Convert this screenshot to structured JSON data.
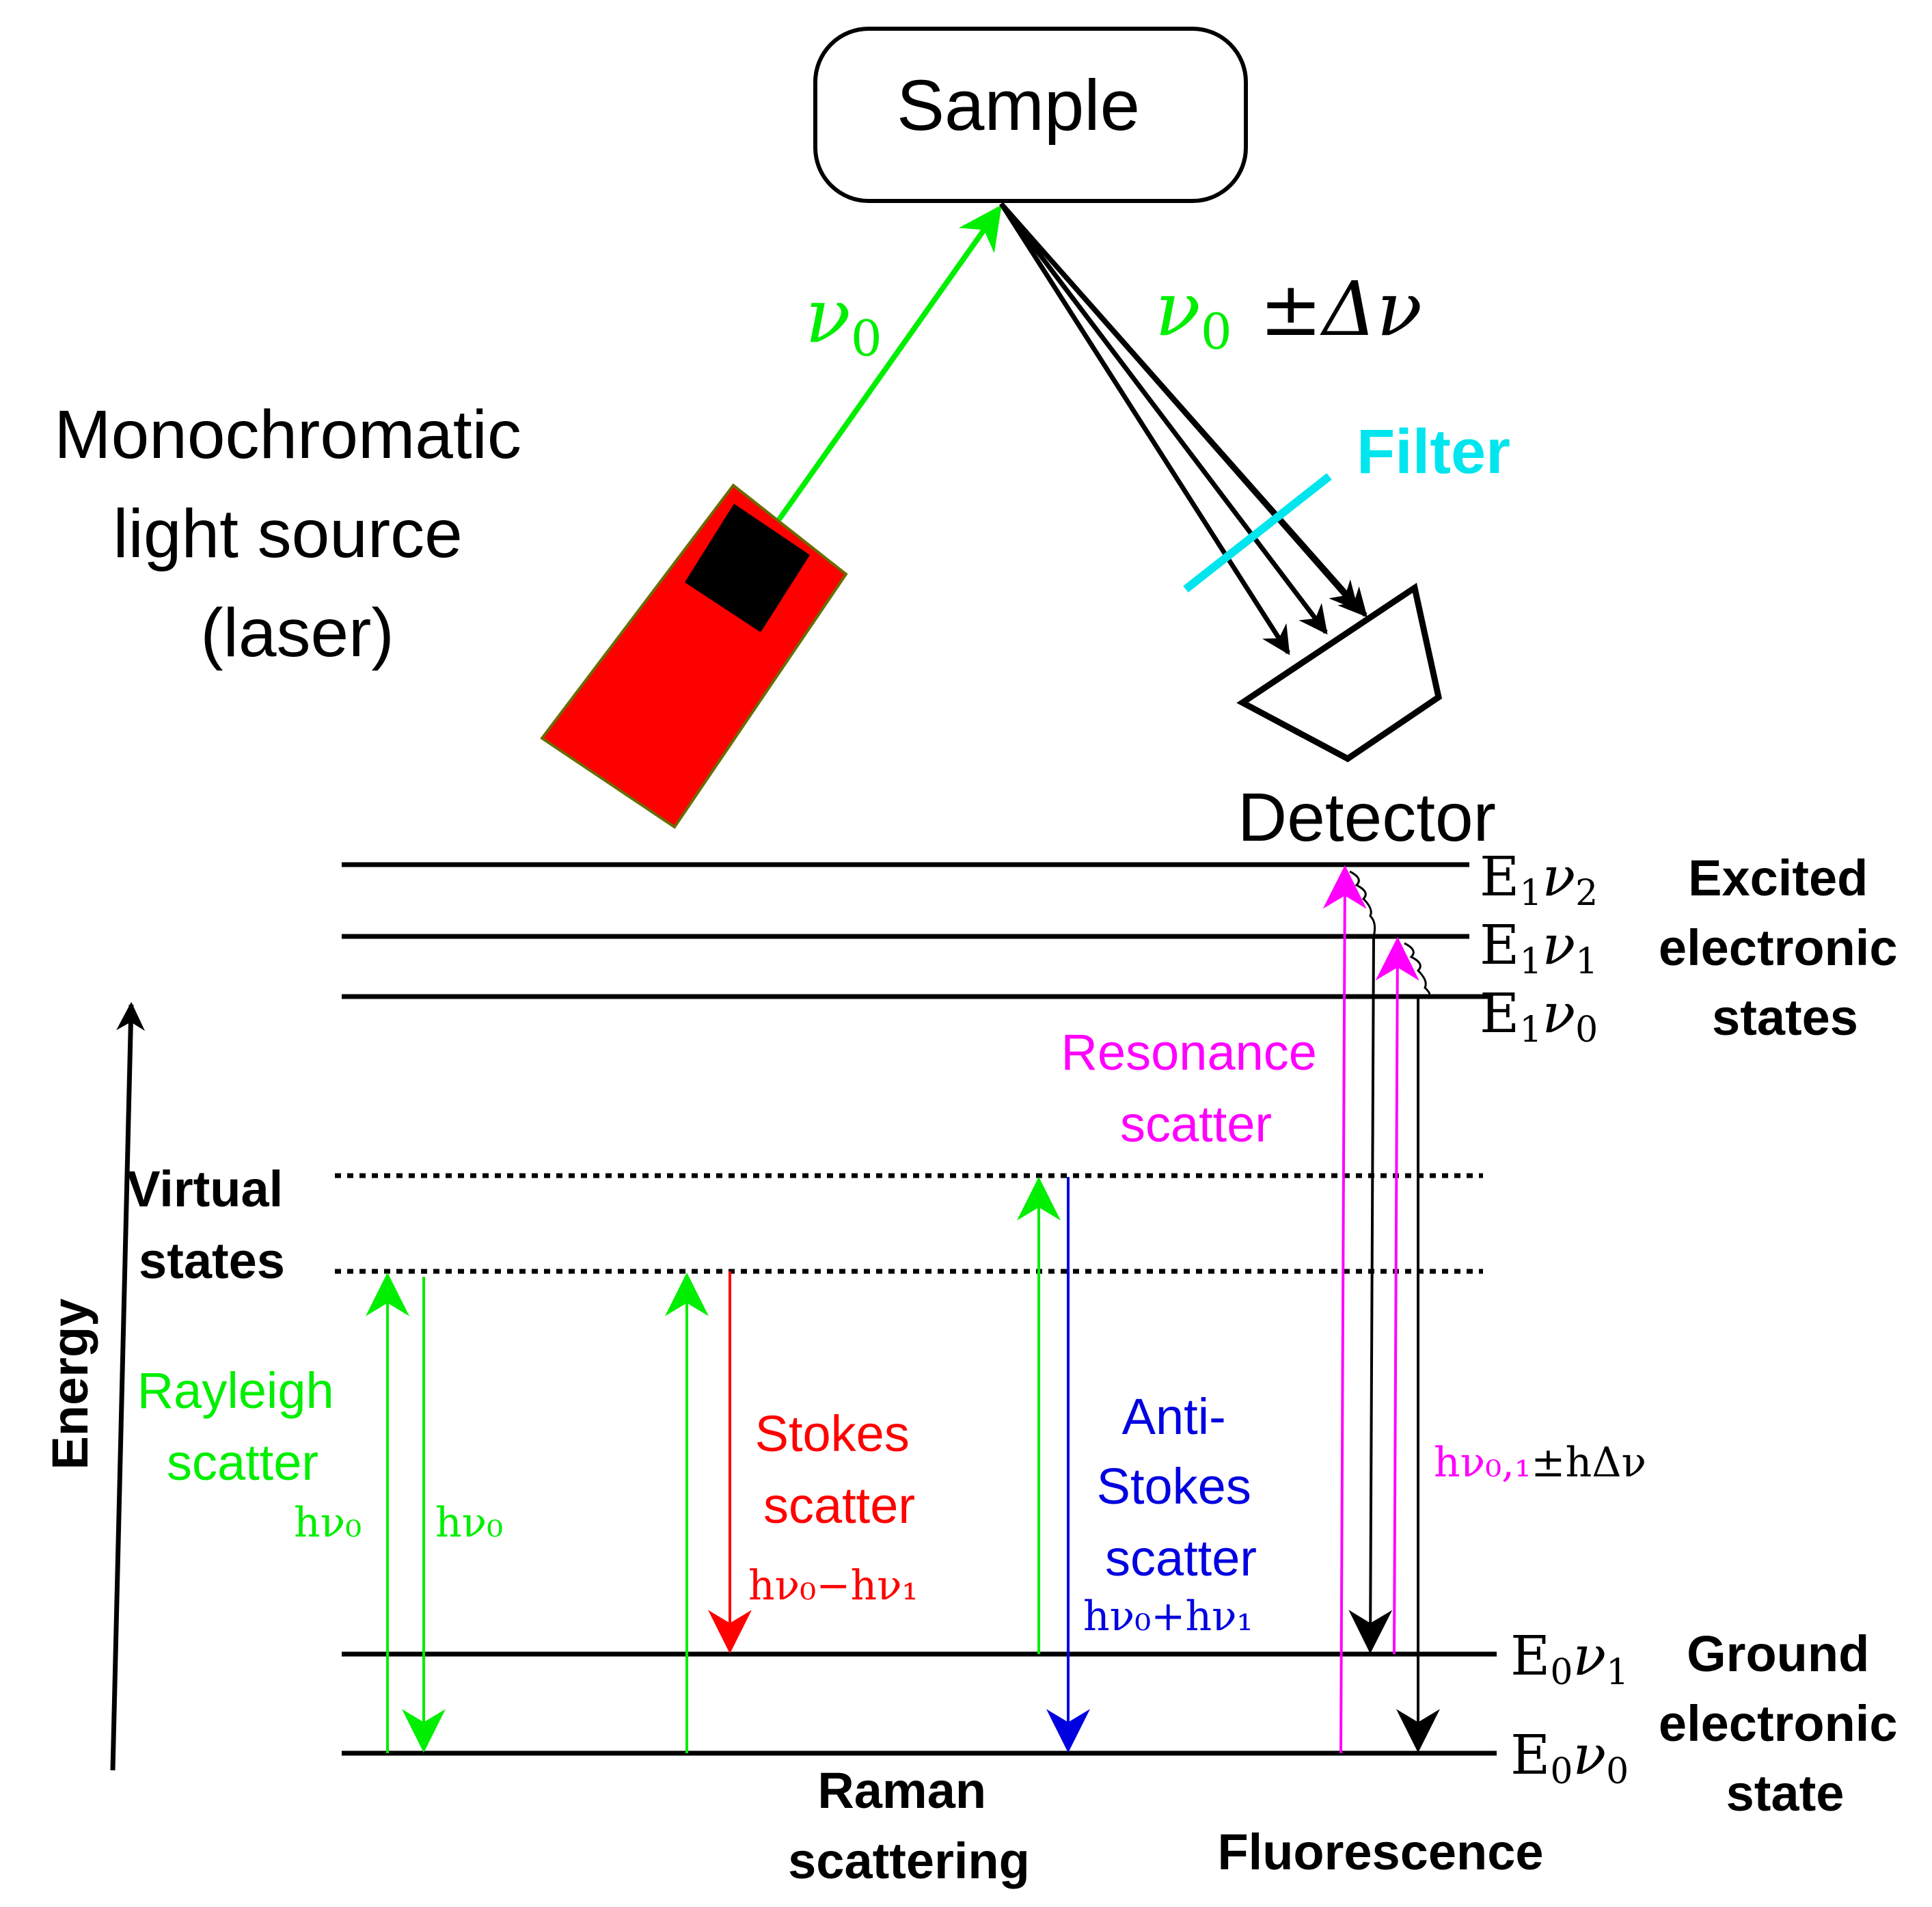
{
  "setup": {
    "sample_label": "Sample",
    "incident_freq": {
      "symbol": "ν",
      "sub": "0"
    },
    "scattered_freq": {
      "symbol": "ν",
      "sub": "0",
      "suffix": "±Δν"
    },
    "filter_label": "Filter",
    "source_label_lines": [
      "Monochromatic",
      "light source",
      "(laser)"
    ],
    "detector_label": "Detector"
  },
  "levels": {
    "excited": [
      {
        "E": "E",
        "Esub": "1",
        "nu": "ν",
        "nusub": "2"
      },
      {
        "E": "E",
        "Esub": "1",
        "nu": "ν",
        "nusub": "1"
      },
      {
        "E": "E",
        "Esub": "1",
        "nu": "ν",
        "nusub": "0"
      }
    ],
    "ground": [
      {
        "E": "E",
        "Esub": "0",
        "nu": "ν",
        "nusub": "1"
      },
      {
        "E": "E",
        "Esub": "0",
        "nu": "ν",
        "nusub": "0"
      }
    ],
    "excited_group_label": [
      "Excited",
      "electronic",
      "states"
    ],
    "ground_group_label": [
      "Ground",
      "electronic",
      "state"
    ],
    "virtual_label": [
      "Virtual",
      "states"
    ]
  },
  "axis": {
    "label": "Energy"
  },
  "processes": {
    "rayleigh": {
      "label": [
        "Rayleigh",
        "scatter"
      ],
      "up": "hν₀",
      "down": "hν₀"
    },
    "stokes": {
      "label": [
        "Stokes",
        "scatter"
      ],
      "transition": "hν₀−hν₁"
    },
    "anti_stokes": {
      "label": [
        "Anti-",
        "Stokes",
        "scatter"
      ],
      "transition": "hν₀+hν₁"
    },
    "resonance": {
      "label": [
        "Resonance",
        "scatter"
      ]
    },
    "fluorescence_energy": {
      "pink": "hν₀,₁",
      "black": "±hΔν"
    }
  },
  "bottom_labels": {
    "raman": [
      "Raman",
      "scattering"
    ],
    "fluorescence": "Fluorescence"
  },
  "colors": {
    "green": "#00ee00",
    "red": "#ff0000",
    "blue": "#0000e0",
    "magenta": "#ff00ff",
    "cyan": "#00e5ee",
    "black": "#000000",
    "laser_body": "#ff0000",
    "laser_edge": "#6b6b00"
  }
}
